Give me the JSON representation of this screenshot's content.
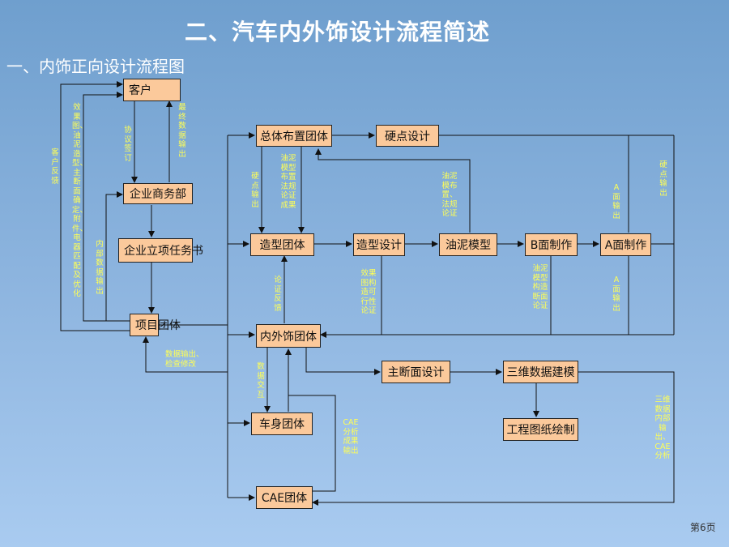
{
  "title": "二、汽车内外饰设计流程简述",
  "subtitle": "一、内饰正向设计流程图",
  "nodes": {
    "customer": "客户",
    "business": "企业商务部",
    "task": "企业立项任务书",
    "project": "项目团体",
    "layout": "总体布置团体",
    "hardpoint": "硬点设计",
    "styling_team": "造型团体",
    "styling_design": "造型设计",
    "clay": "油泥模型",
    "b_surface": "B面制作",
    "a_surface": "A面制作",
    "trim_team": "内外饰团体",
    "section": "主断面设计",
    "cad3d": "三维数据建模",
    "drawing": "工程图纸绘制",
    "body_team": "车身团体",
    "cae_team": "CAE团体"
  },
  "labels": {
    "customer_feedback": "客户反馈",
    "effect_list": "效果图、油泥造型、主断面确定、附件、电器匹配及优化",
    "agreement": "协议签订",
    "final_data": "最终数据输出",
    "internal_data": "内部数据输出",
    "hardpoint_out": "硬点输出",
    "clay_layout": "油泥模型布置法规论证成果",
    "clay_check": "油泥模布置、法规论证",
    "hardpoint_out2": "硬点输出",
    "a_out1": "A面输出",
    "argument_feedback": "论证反馈",
    "effect_feasibility": "效果图构造可行性论证",
    "clay_section": "油泥模型构造断面论证",
    "a_out2": "A面输出",
    "data_out": "数据输出、检查修改",
    "data_interaction": "数据交互",
    "cae_output": "CAE分析成果输出",
    "cad_output": "三维数据内部输出、CAE分析"
  },
  "page": {
    "prefix": "第",
    "number": "6",
    "suffix": "页"
  },
  "colors": {
    "box": "#fbc99b",
    "label": "#ffff55",
    "line": "#111111"
  }
}
